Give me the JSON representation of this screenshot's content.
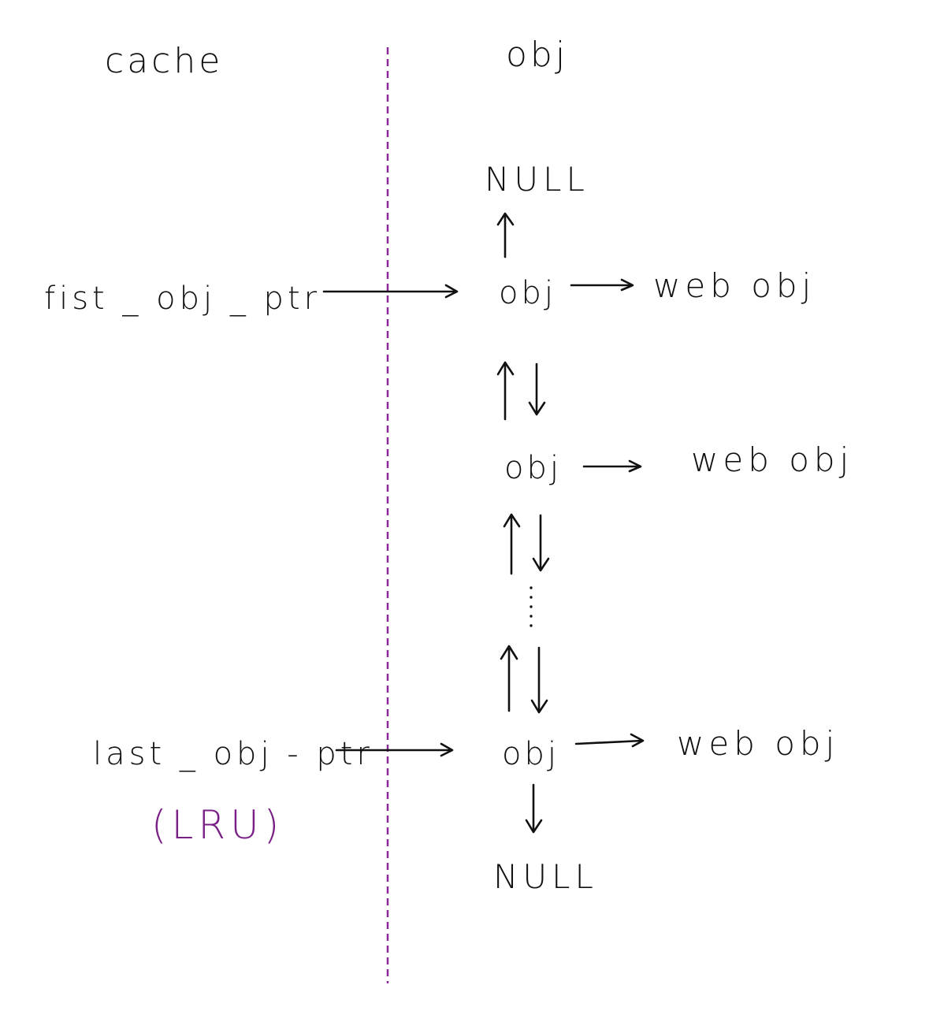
{
  "headers": {
    "cache": "cache",
    "obj": "obj"
  },
  "pointers": {
    "first": "fist _ obj _ ptr",
    "last": "last _ obj - ptr",
    "last_note": "(LRU)"
  },
  "nodes": [
    {
      "label": "obj",
      "web": "web obj"
    },
    {
      "label": "obj",
      "web": "web obj"
    },
    {
      "label": "obj",
      "web": "web obj"
    }
  ],
  "null_top": "NULL",
  "null_bottom": "NULL",
  "colors": {
    "ink": "#111111",
    "divider": "#8a2a98",
    "note": "#7a1f86"
  }
}
